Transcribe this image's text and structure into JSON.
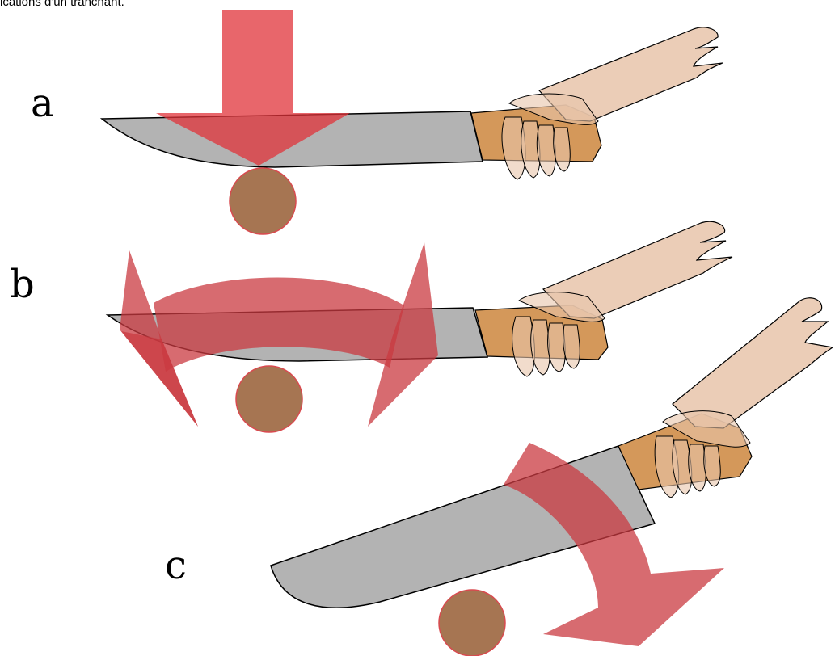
{
  "caption": "ications d'un tranchant.",
  "panels": [
    {
      "label": "a",
      "motion": "straight-down-push"
    },
    {
      "label": "b",
      "motion": "back-and-forth-slice"
    },
    {
      "label": "c",
      "motion": "rotating-draw-cut"
    }
  ],
  "colors": {
    "blade": "#b3b3b3",
    "handle": "#d4985a",
    "hand": "#e8c4aa",
    "food": "#a67552",
    "arrow": "#d94a4f",
    "outline": "#000000"
  }
}
